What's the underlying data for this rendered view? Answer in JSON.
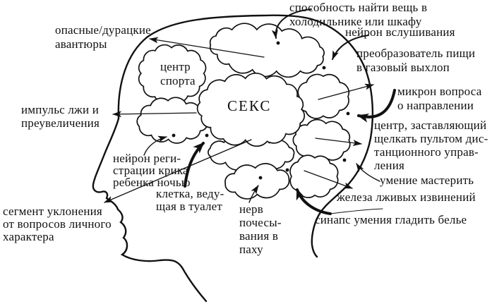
{
  "colors": {
    "ink": "#111111",
    "background": "#ffffff"
  },
  "brain": {
    "sex_center": "СЕКС",
    "sport_center": "центр\nспорта"
  },
  "labels": {
    "find_things": "способность найти вещь в\nхолодильнике или шкафу",
    "listening_neuron": "нейрон вслушивания",
    "food_converter": "преобразователь пищи\nв газовый выхлоп",
    "risky_adventures": "опасные/дурацкие\nавантюры",
    "direction_question": "микрон вопроса\nо направлении",
    "lie_impulse": "импульс лжи и\nпреувеличения",
    "remote_control": "центр, заставляющий\nщелкать пультом дис-\nтанционного управ-\nления",
    "baby_cry_neuron": "нейрон реги-\nстрации крика\nребенка ночью",
    "toilet_cell": "клетка, веду-\nщая в туалет",
    "personal_questions": "сегмент уклонения\nот вопросов личного\nхарактера",
    "groin_nerve": "нерв\nпочесы-\nвания в\nпаху",
    "tinkering_skill": "умение мастерить",
    "fake_apologies": "железа лживых извинений",
    "ironing_synapse": "синапс умения гладить белье"
  }
}
